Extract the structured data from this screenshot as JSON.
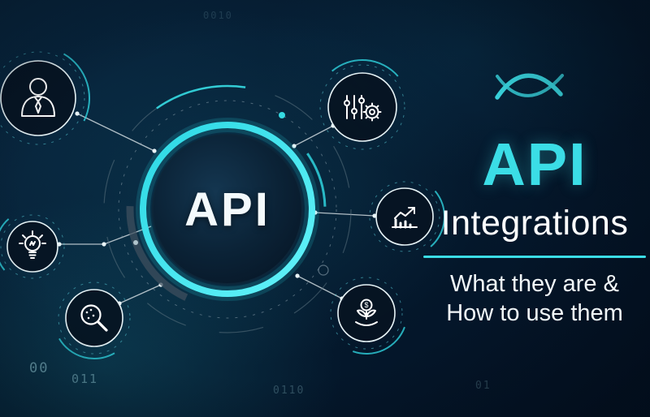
{
  "hub": {
    "label": "API"
  },
  "headline": {
    "api": "API",
    "integrations": "Integrations",
    "tagline1": "What they are &",
    "tagline2": "How to use them"
  },
  "icons": {
    "dollar": "$",
    "names": [
      "businessman-icon",
      "lightbulb-icon",
      "magnifier-icon",
      "sliders-gear-icon",
      "growth-chart-icon",
      "money-plant-icon",
      "logo-swoosh-icon"
    ]
  },
  "background": {
    "binary": [
      "00",
      "011",
      "0110",
      "01",
      "0010"
    ]
  },
  "colors": {
    "accent_cyan": "#3BDDE6",
    "ring_cyan": "#35E2EC",
    "background_navy": "#04182B",
    "text_white": "#FFFFFF"
  }
}
